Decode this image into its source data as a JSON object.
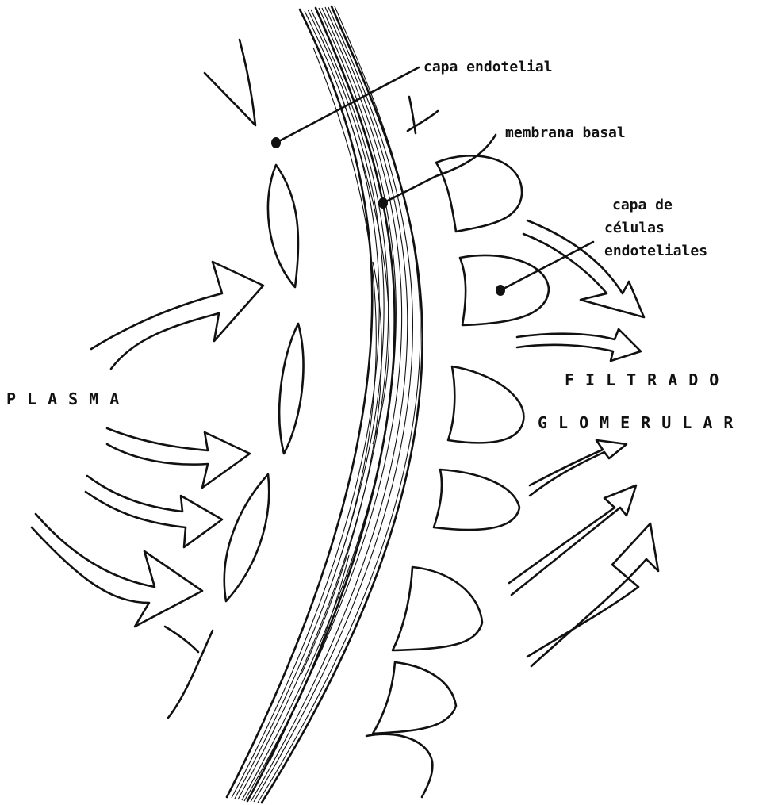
{
  "labels": {
    "capa_endotelial": "capa  endotelial",
    "membrana_basal": "membrana basal",
    "capa_de_celulas_1": "capa de",
    "capa_de_celulas_2": "células",
    "capa_de_celulas_3": "endoteliales",
    "plasma": "PLASMA",
    "filtrado": "FILTRADO",
    "glomerular": "GLOMERULAR"
  }
}
